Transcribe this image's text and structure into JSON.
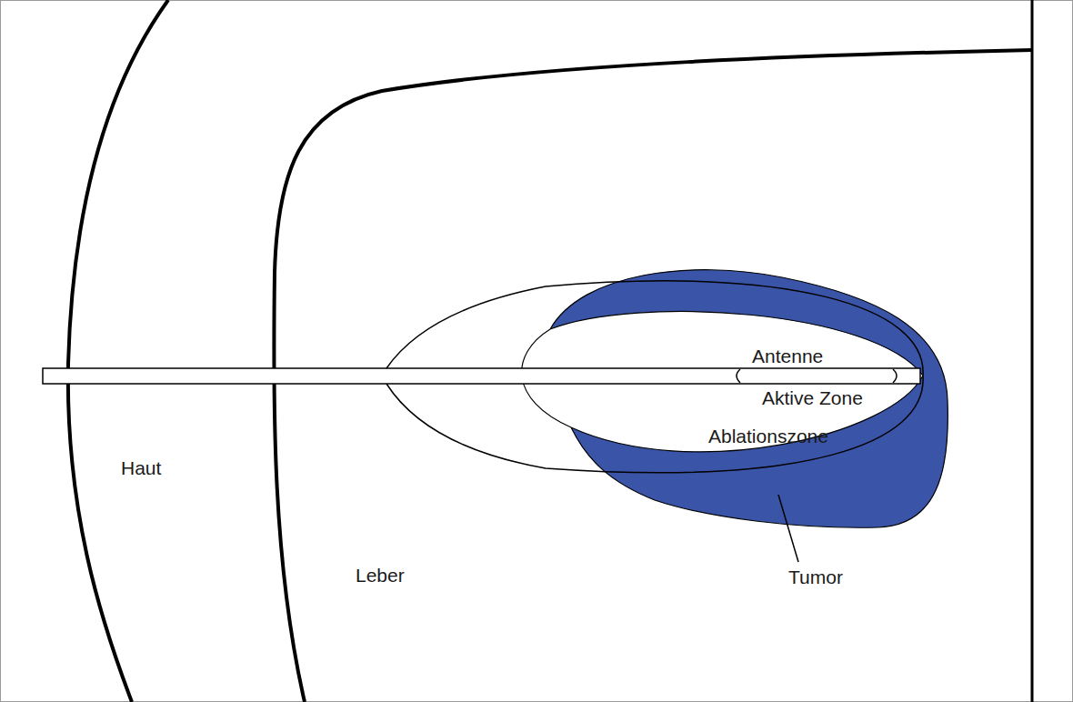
{
  "diagram": {
    "labels": [
      "Antenne",
      "Aktive Zone",
      "Ablationszone",
      "Haut",
      "Leber",
      "Tumor"
    ]
  }
}
